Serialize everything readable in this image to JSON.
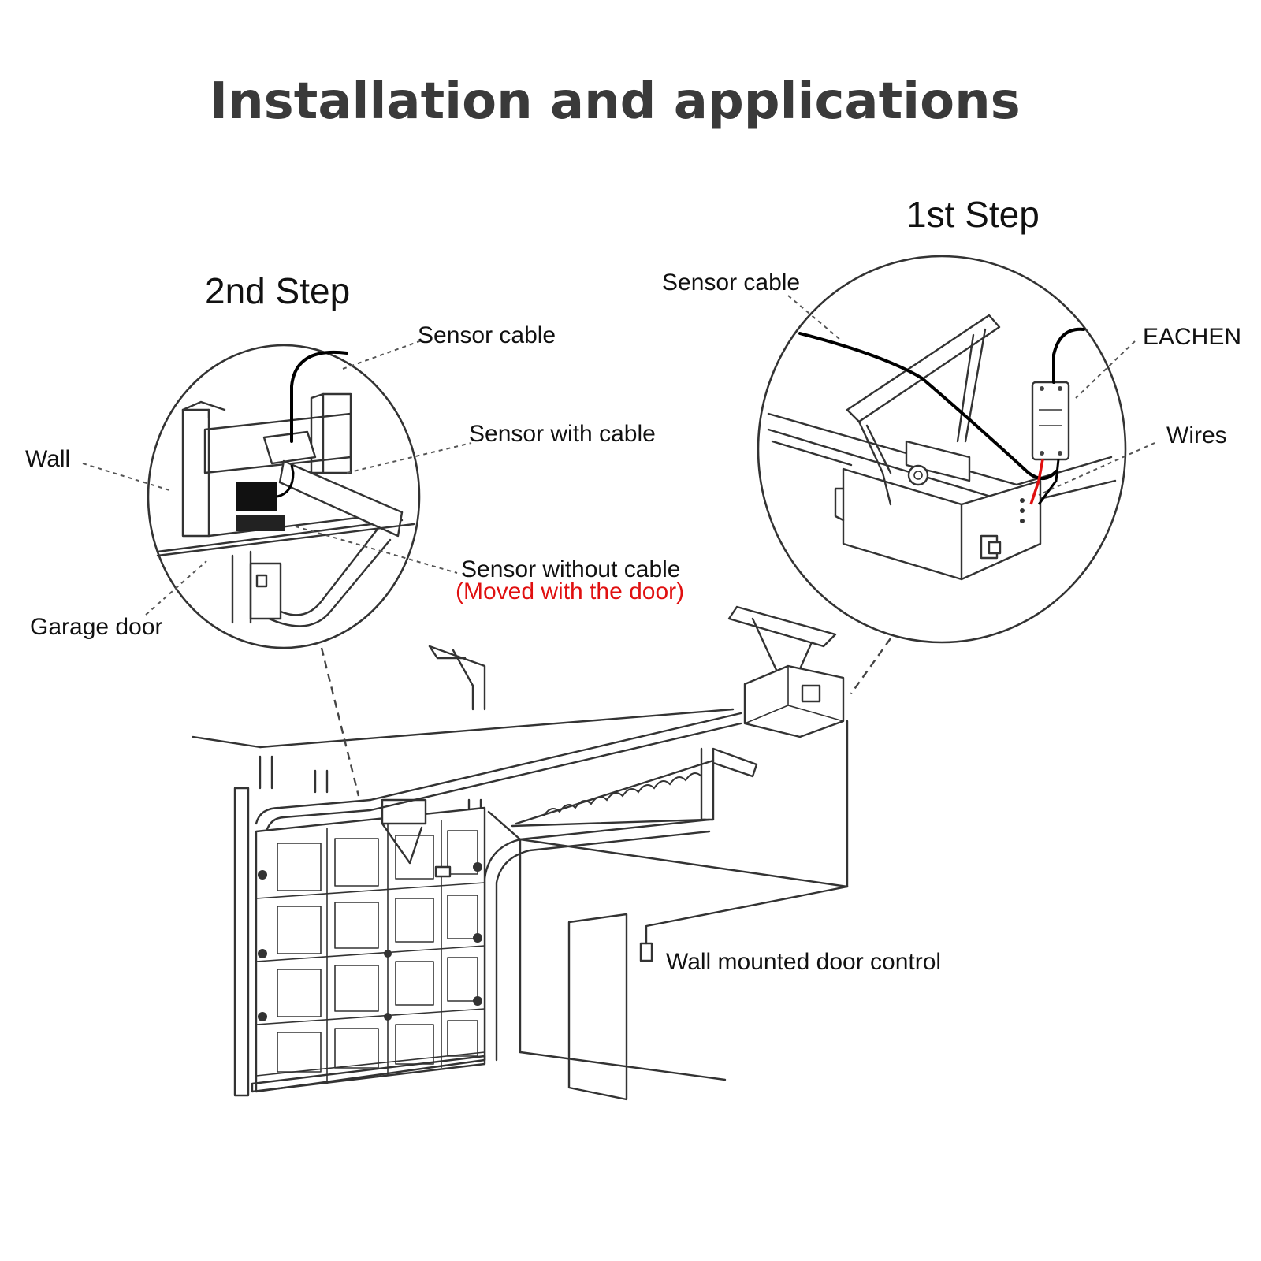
{
  "title": "Installation and applications",
  "steps": {
    "first": "1st Step",
    "second": "2nd Step"
  },
  "labels": {
    "sensor_cable_right": "Sensor cable",
    "eachen": "EACHEN",
    "wires": "Wires",
    "sensor_cable_left": "Sensor cable",
    "sensor_with_cable": "Sensor with cable",
    "wall": "Wall",
    "sensor_without_cable": "Sensor without cable",
    "moved_with_door": "(Moved with the door)",
    "garage_door": "Garage door",
    "wall_control": "Wall mounted door control"
  },
  "colors": {
    "title": "#3a3a3a",
    "text": "#111111",
    "highlight": "#e01010",
    "wire_red": "#e01010"
  }
}
